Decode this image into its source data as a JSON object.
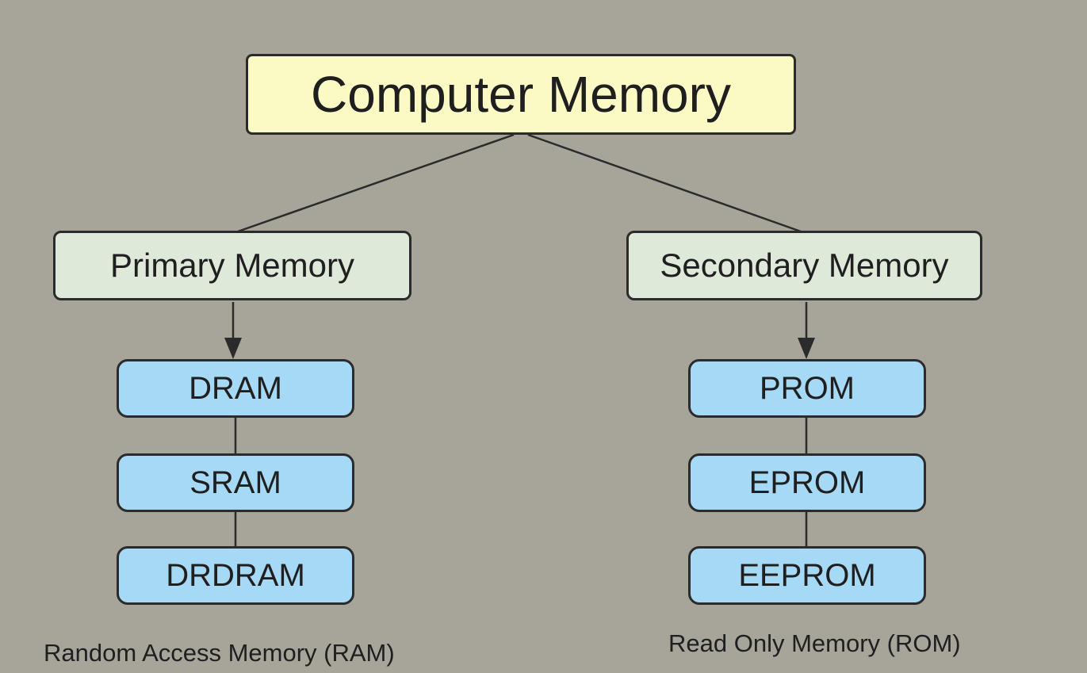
{
  "diagram": {
    "root": {
      "label": "Computer Memory"
    },
    "left": {
      "label": "Primary Memory",
      "children": [
        "DRAM",
        "SRAM",
        "DRDRAM"
      ],
      "caption": "Random Access Memory (RAM)"
    },
    "right": {
      "label": "Secondary Memory",
      "children": [
        "PROM",
        "EPROM",
        "EEPROM"
      ],
      "caption": "Read Only Memory (ROM)"
    },
    "colors": {
      "background": "#a7a49a",
      "root_fill": "#fbf9c4",
      "branch_fill": "#dfe9d9",
      "leaf_fill": "#a6d9f6",
      "border": "#2b2b2b",
      "text": "#1f1f1f"
    }
  }
}
